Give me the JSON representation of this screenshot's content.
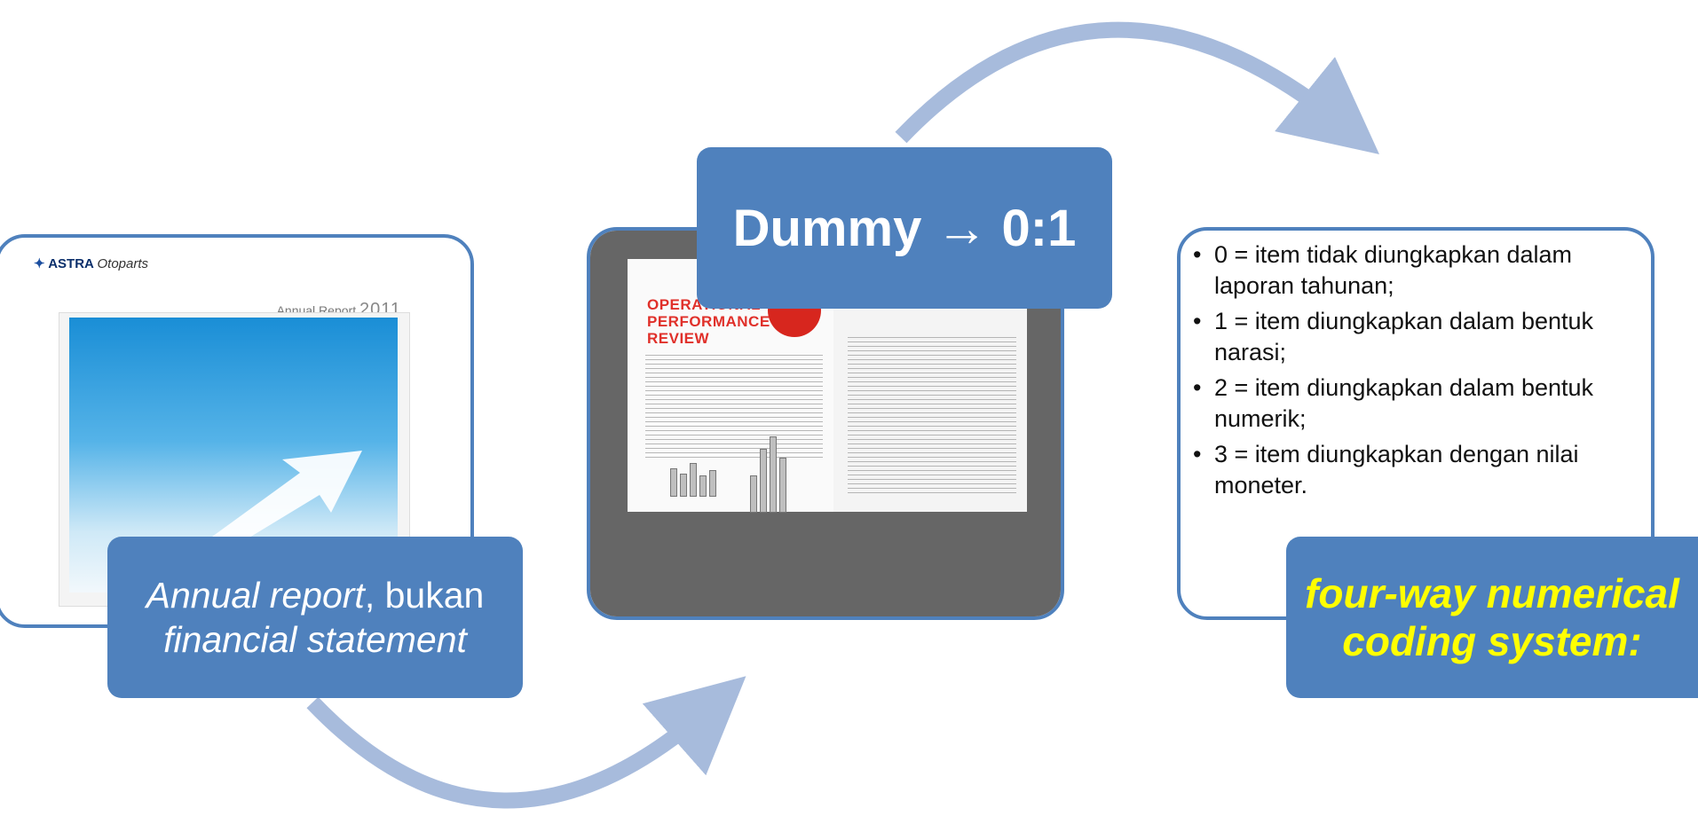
{
  "palette": {
    "frame": "#4f81bd",
    "label_bg": "#4f81bd",
    "arrow": "#a7bbdc",
    "label_text": "#ffffff",
    "highlight_text": "#ffff00"
  },
  "cover": {
    "brand": "ASTRA",
    "brand_suffix": "Otoparts",
    "title": "Annual Report",
    "year": "2011"
  },
  "magazine": {
    "heading_line1": "OPERATIONAL",
    "heading_line2": "PERFORMANCE",
    "heading_line3": "REVIEW"
  },
  "label_left": {
    "italic1": "Annual report",
    "normal1": ", bukan",
    "italic2": "financial statement"
  },
  "label_center": {
    "text": "Dummy → 0:1"
  },
  "bullets": [
    "0 = item tidak diungkapkan dalam laporan tahunan;",
    "1 = item diungkapkan dalam bentuk narasi;",
    "2 = item diungkapkan dalam bentuk numerik;",
    "3 = item diungkapkan dengan nilai moneter."
  ],
  "label_right": {
    "line1": "four-way numerical",
    "line2": "coding system:"
  }
}
